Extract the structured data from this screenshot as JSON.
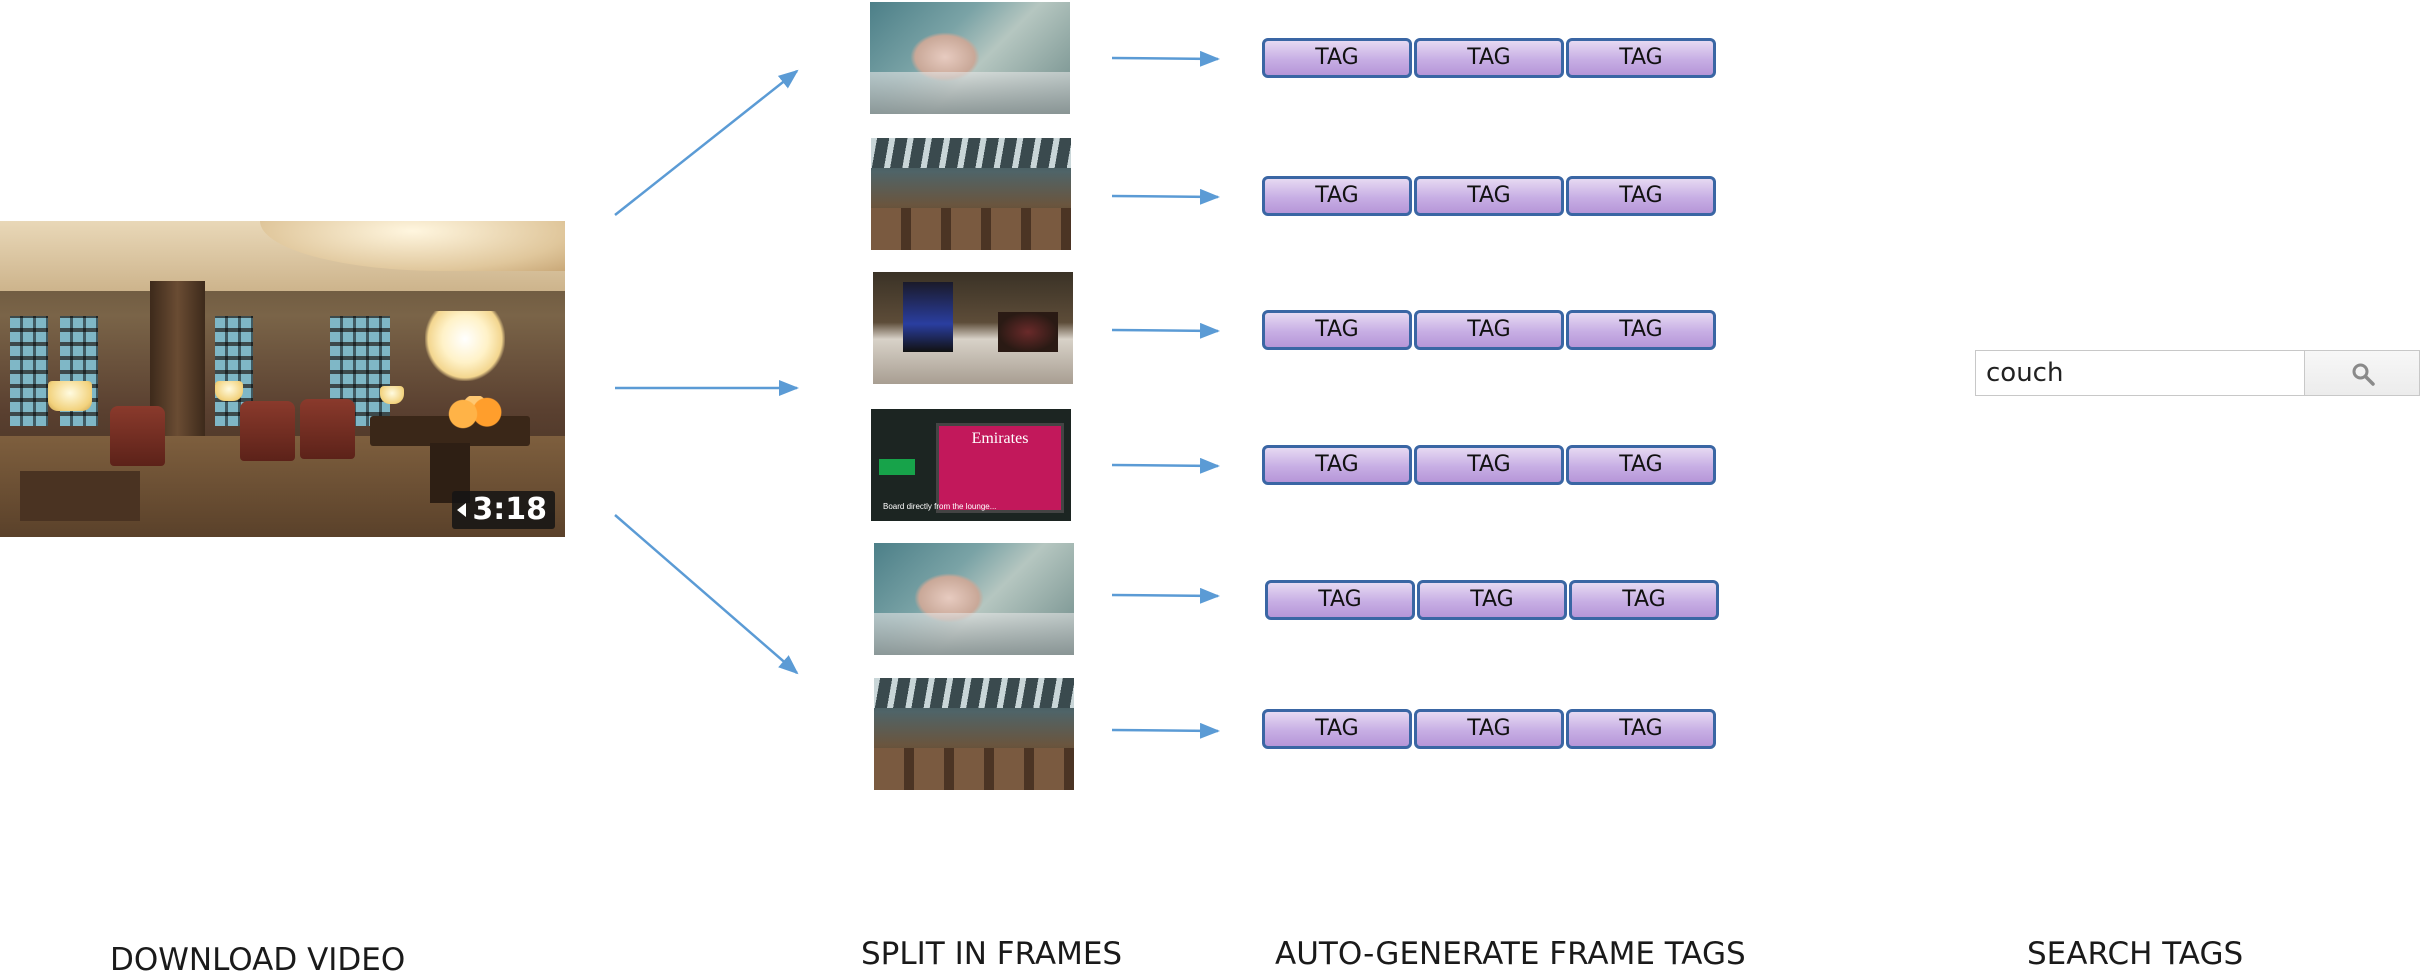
{
  "video": {
    "duration": "3:18"
  },
  "frames": [
    {
      "id": "frame-1"
    },
    {
      "id": "frame-2"
    },
    {
      "id": "frame-3"
    },
    {
      "id": "frame-4",
      "sign_title": "Emirates",
      "caption": "Board directly from the lounge..."
    },
    {
      "id": "frame-5"
    },
    {
      "id": "frame-6"
    }
  ],
  "tags": {
    "label": "TAG",
    "per_frame": 3
  },
  "search": {
    "value": "couch",
    "icon": "magnifier-icon"
  },
  "stages": {
    "download": "DOWNLOAD VIDEO",
    "split": "SPLIT IN FRAMES",
    "autotag": "AUTO-GENERATE FRAME TAGS",
    "search": "SEARCH TAGS"
  },
  "colors": {
    "arrow": "#5b9bd5",
    "tag_border": "#3a66a4",
    "tag_fill": "#c7aee4"
  }
}
